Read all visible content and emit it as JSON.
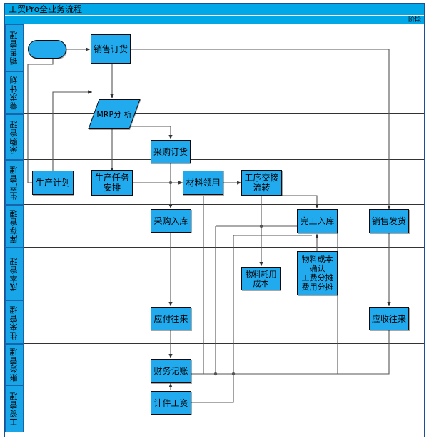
{
  "window": {
    "title": "工贸Pro全业务流程",
    "phase_label": "阶段",
    "accent_color": "#00a8e8",
    "node_fill": "#22aaee",
    "node_border": "#000000"
  },
  "lanes": [
    {
      "id": "sales",
      "label": "销售管理"
    },
    {
      "id": "demand",
      "label": "需求计划"
    },
    {
      "id": "purchase",
      "label": "采购管理"
    },
    {
      "id": "production",
      "label": "生产管理"
    },
    {
      "id": "inventory",
      "label": "库存管理"
    },
    {
      "id": "cost",
      "label": "成本管理"
    },
    {
      "id": "ar_ap",
      "label": "往来管理"
    },
    {
      "id": "finance",
      "label": "账务管理"
    },
    {
      "id": "payroll",
      "label": "工资管理"
    }
  ],
  "nodes": [
    {
      "id": "start",
      "label": "",
      "shape": "rounded",
      "lane": "sales"
    },
    {
      "id": "sales_order",
      "label": "销售订货",
      "shape": "rect",
      "lane": "sales"
    },
    {
      "id": "mrp",
      "label": "MRP分\n析",
      "shape": "parallelogram",
      "lane": "demand"
    },
    {
      "id": "purchase_order",
      "label": "采购订货",
      "shape": "rect",
      "lane": "purchase"
    },
    {
      "id": "prod_plan",
      "label": "生产计划",
      "shape": "rect",
      "lane": "production"
    },
    {
      "id": "prod_task",
      "label": "生产任务\n安排",
      "shape": "rect",
      "lane": "production"
    },
    {
      "id": "material_issue",
      "label": "材料领用",
      "shape": "rect",
      "lane": "production"
    },
    {
      "id": "process_flow",
      "label": "工序交接\n流转",
      "shape": "rect",
      "lane": "production"
    },
    {
      "id": "purchase_in",
      "label": "采购入库",
      "shape": "rect",
      "lane": "inventory"
    },
    {
      "id": "finished_in",
      "label": "完工入库",
      "shape": "rect",
      "lane": "inventory"
    },
    {
      "id": "sales_ship",
      "label": "销售发货",
      "shape": "rect",
      "lane": "inventory"
    },
    {
      "id": "material_cost",
      "label": "物料耗用\n成本",
      "shape": "rect",
      "lane": "cost"
    },
    {
      "id": "cost_confirm",
      "label": "物料成本\n确认\n工费分摊\n费用分摊",
      "shape": "rect",
      "lane": "cost"
    },
    {
      "id": "payable",
      "label": "应付往来",
      "shape": "rect",
      "lane": "ar_ap"
    },
    {
      "id": "receivable",
      "label": "应收往来",
      "shape": "rect",
      "lane": "ar_ap"
    },
    {
      "id": "accounting",
      "label": "财务记账",
      "shape": "rect",
      "lane": "finance"
    },
    {
      "id": "piece_wage",
      "label": "计件工资",
      "shape": "rect",
      "lane": "payroll"
    }
  ],
  "flows": [
    {
      "from": "start",
      "to": "sales_order"
    },
    {
      "from": "start",
      "to": "prod_plan"
    },
    {
      "from": "sales_order",
      "to": "mrp"
    },
    {
      "from": "sales_order",
      "to": "sales_ship"
    },
    {
      "from": "mrp",
      "to": "purchase_order"
    },
    {
      "from": "mrp",
      "to": "prod_task"
    },
    {
      "from": "prod_plan",
      "to": "mrp"
    },
    {
      "from": "purchase_order",
      "to": "purchase_in"
    },
    {
      "from": "prod_task",
      "to": "material_issue"
    },
    {
      "from": "material_issue",
      "to": "process_flow"
    },
    {
      "from": "material_issue",
      "to": "accounting"
    },
    {
      "from": "process_flow",
      "to": "finished_in"
    },
    {
      "from": "process_flow",
      "to": "material_cost"
    },
    {
      "from": "purchase_in",
      "to": "payable"
    },
    {
      "from": "cost_confirm",
      "to": "finished_in"
    },
    {
      "from": "finished_in",
      "to": "accounting"
    },
    {
      "from": "payable",
      "to": "accounting"
    },
    {
      "from": "receivable",
      "to": "accounting"
    },
    {
      "from": "sales_ship",
      "to": "receivable"
    },
    {
      "from": "piece_wage",
      "to": "accounting"
    },
    {
      "from": "process_flow",
      "to": "piece_wage"
    }
  ]
}
